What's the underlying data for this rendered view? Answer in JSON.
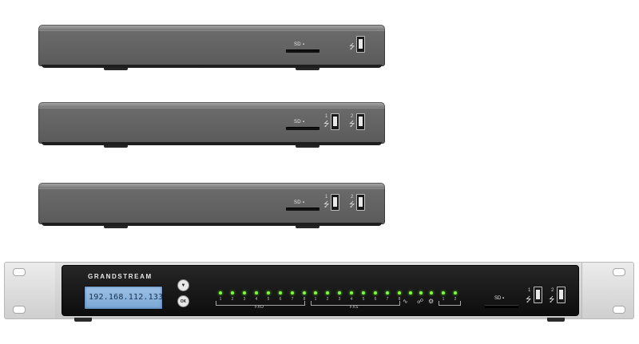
{
  "units": [
    {
      "id": "unit-1",
      "sd_label": "SD",
      "usb_ports": [
        {
          "label": ""
        }
      ]
    },
    {
      "id": "unit-2",
      "sd_label": "SD",
      "usb_ports": [
        {
          "label": "1"
        },
        {
          "label": "2"
        }
      ]
    },
    {
      "id": "unit-3",
      "sd_label": "SD",
      "usb_ports": [
        {
          "label": "1"
        },
        {
          "label": "2"
        }
      ]
    }
  ],
  "rack": {
    "brand": "GRANDSTREAM",
    "lcd_text": "192.168.112.133",
    "nav_buttons": {
      "down": "▼",
      "ok": "OK"
    },
    "fxo": {
      "label": "FXO",
      "ports": [
        "1",
        "2",
        "3",
        "4",
        "5",
        "6",
        "7",
        "8"
      ]
    },
    "fxs": {
      "label": "FXS",
      "ports": [
        "1",
        "2",
        "3",
        "4",
        "5",
        "6",
        "7",
        "8"
      ]
    },
    "eth_ports": [
      "1",
      "2"
    ],
    "sd_label": "SD",
    "usb_ports": [
      "1",
      "2"
    ]
  },
  "colors": {
    "chassis": "#626262",
    "front_panel": "#141414",
    "lcd": "#8fb7e0",
    "led": "#7dff3c",
    "rack_metal": "#d6d6d6"
  },
  "icons": {
    "usb": "usb-icon",
    "sd": "sd-card-icon",
    "network": "network-icon",
    "wave": "signal-wave-icon",
    "ethernet": "ethernet-link-icon"
  }
}
